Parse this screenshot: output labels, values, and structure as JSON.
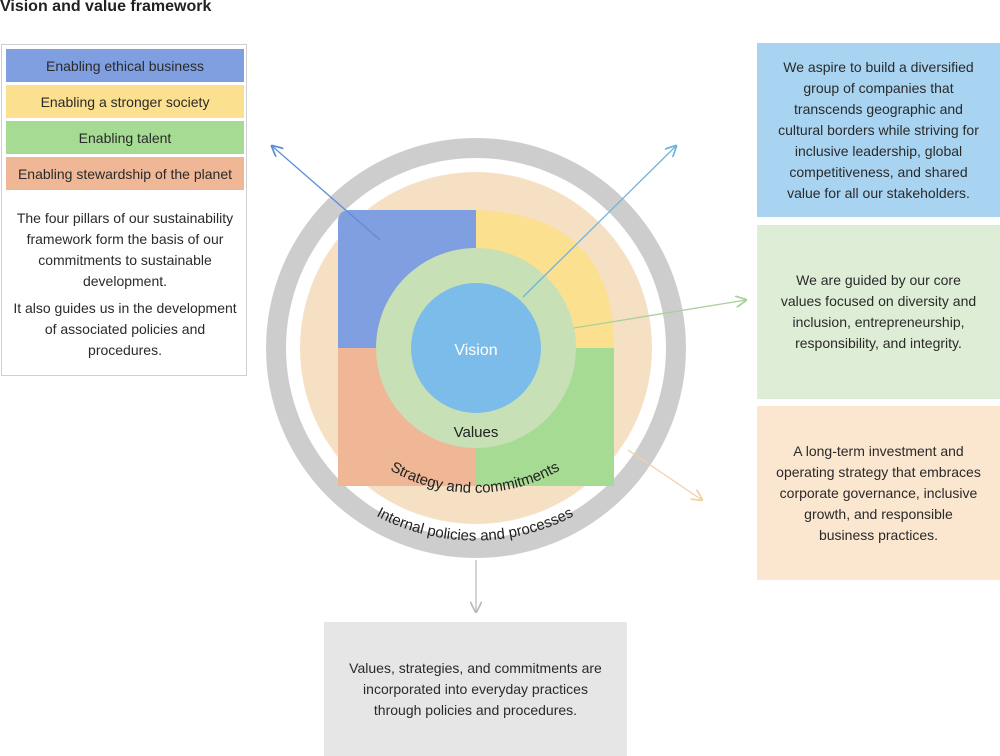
{
  "title": "Vision and value framework",
  "pillars": [
    {
      "label": "Enabling ethical business",
      "color": "#7f9fe0"
    },
    {
      "label": "Enabling a stronger society",
      "color": "#fbe08f"
    },
    {
      "label": "Enabling talent",
      "color": "#a6db93"
    },
    {
      "label": "Enabling stewardship of the planet",
      "color": "#efb795"
    }
  ],
  "pillar_description": {
    "p1": "The four pillars of our sustainability framework form the basis of our commitments to sustainable development.",
    "p2": "It also guides us in the development of associated policies and procedures."
  },
  "rings": {
    "center": "Vision",
    "values": "Values",
    "strategy": "Strategy and commitments",
    "policies": "Internal policies and processes"
  },
  "boxes": {
    "vision": "We aspire to build a diversified group of companies that transcends geographic and cultural borders while striving for inclusive leadership, global competitiveness, and shared value for all our stakeholders.",
    "values": "We are guided by our core values focused on diversity and inclusion, entrepreneurship, responsibility, and integrity.",
    "strategy": "A long-term investment and operating strategy that embraces corporate governance, inclusive growth, and responsible business practices.",
    "policies": "Values, strategies, and commitments are incorporated into everyday practices through policies and procedures."
  },
  "colors": {
    "vision": "#7bbcea",
    "values": "#c7e0b6",
    "strategy_ring": "#f6e0c4",
    "policies_ring": "#cdcdcd",
    "vision_box": "#a8d4f2",
    "values_box": "#deeed6",
    "strategy_box": "#fbe6cf",
    "policies_box": "#e6e6e6"
  }
}
